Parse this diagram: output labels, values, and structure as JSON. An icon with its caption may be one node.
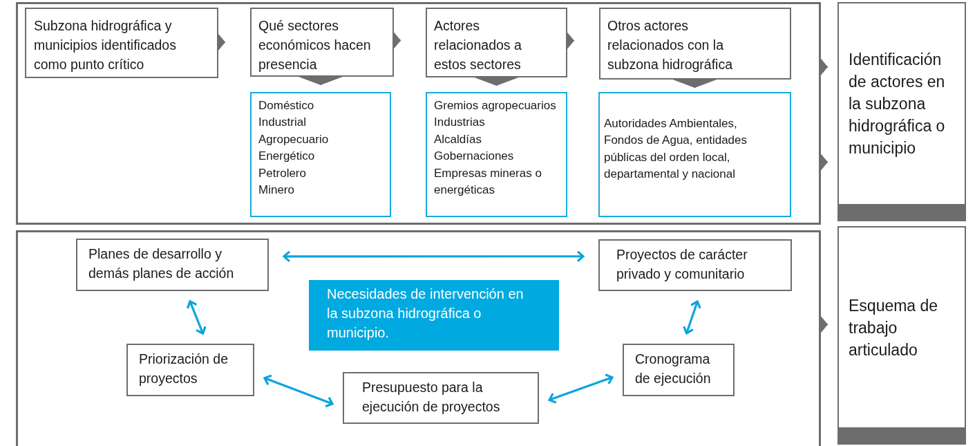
{
  "diagram": {
    "nodes": [
      {
        "text": [],
        "shape": "box"
      },
      {
        "text": [
          "Subzona hidrográfica y municipios identificados como punto crítico"
        ],
        "in": 0
      },
      {
        "text": [
          "Qué sectores económicos hacen presencia"
        ],
        "in": 0
      },
      {
        "text": [
          "Actores relacionados a estos sectores"
        ],
        "in": 0
      },
      {
        "text": [
          "Otros actores relacionados con la subzona hidrográfica"
        ],
        "in": 0
      },
      {
        "text": [
          "Doméstico",
          "Industrial",
          "Agropecuario",
          "Energético",
          "Petrolero",
          "Minero"
        ],
        "in": 0
      },
      {
        "text": [
          "Gremios agropecuarios",
          "Industrias",
          "Alcaldías",
          "Gobernaciones",
          "Empresas mineras o energéticas"
        ],
        "in": 0
      },
      {
        "text": [
          "Autoridades Ambientales, Fondos de Agua, entidades públicas del orden local, departamental y nacional"
        ],
        "in": 0
      },
      {
        "text": [
          "Identificación de actores en la subzona hidrográfica o municipio"
        ]
      },
      {
        "text": [],
        "shape": "box"
      },
      {
        "text": [
          "Planes de desarrollo y demás planes de acción"
        ],
        "in": 9
      },
      {
        "text": [
          "Proyectos de carácter privado y comunitario"
        ],
        "in": 9
      },
      {
        "text": [
          "Necesidades de intervención en la subzona hidrográfica o municipio."
        ],
        "in": 9
      },
      {
        "text": [
          "Priorización de proyectos"
        ],
        "in": 9
      },
      {
        "text": [
          "Presupuesto para la ejecución de proyectos"
        ],
        "in": 9
      },
      {
        "text": [
          "Cronograma de ejecución"
        ],
        "in": 9
      },
      {
        "text": [
          "Esquema de trabajo articulado"
        ]
      }
    ],
    "edges": [
      {
        "from": 1,
        "to": 2,
        "arrow": "to"
      },
      {
        "from": 2,
        "to": 3,
        "arrow": "to"
      },
      {
        "from": 3,
        "to": 4,
        "arrow": "to"
      },
      {
        "from": 2,
        "to": 5,
        "arrow": "to"
      },
      {
        "from": 3,
        "to": 6,
        "arrow": "to"
      },
      {
        "from": 4,
        "to": 7,
        "arrow": "to"
      },
      {
        "from": 0,
        "to": 8,
        "arrow": "to"
      },
      {
        "from": 0,
        "to": 8,
        "arrow": "to"
      },
      {
        "from": 9,
        "to": 16,
        "arrow": "to"
      },
      {
        "from": 10,
        "to": 11,
        "arrow": "both",
        "color": "#0aa5dc"
      },
      {
        "from": 10,
        "to": 13,
        "arrow": "both",
        "color": "#0aa5dc"
      },
      {
        "from": 13,
        "to": 14,
        "arrow": "both",
        "color": "#0aa5dc"
      },
      {
        "from": 14,
        "to": 15,
        "arrow": "both",
        "color": "#0aa5dc"
      },
      {
        "from": 15,
        "to": 11,
        "arrow": "both",
        "color": "#0aa5dc"
      }
    ]
  }
}
